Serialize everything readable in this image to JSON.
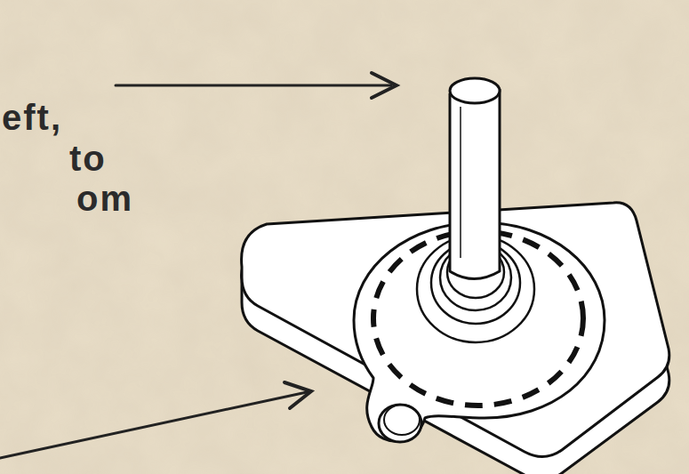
{
  "diagram": {
    "labels": [
      "eft,",
      "to",
      "om"
    ]
  }
}
